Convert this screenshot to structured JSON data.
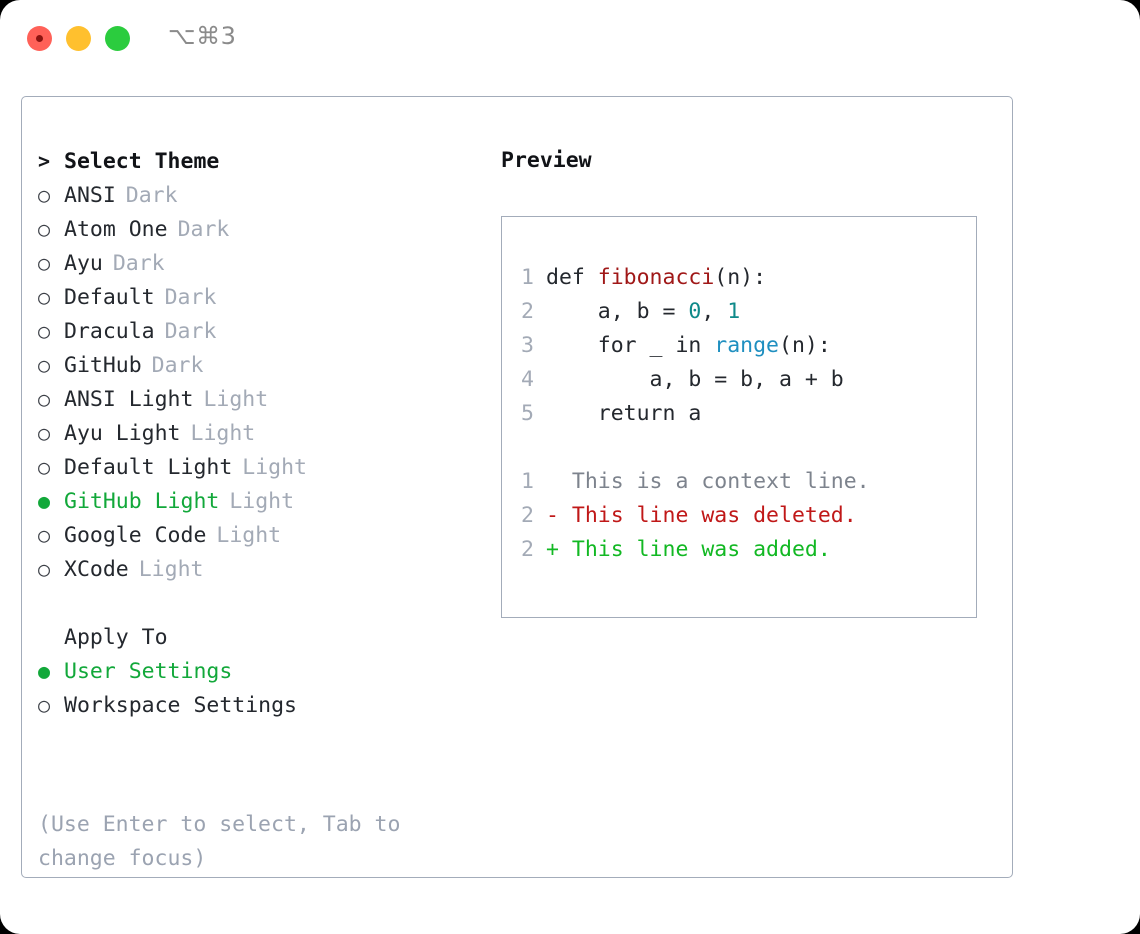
{
  "titlebar": {
    "shortcut": "⌥⌘3",
    "buttons": [
      "close",
      "minimize",
      "maximize"
    ]
  },
  "theme_picker": {
    "heading": "Select Theme",
    "heading_prompt": ">",
    "marker_unselected": "○",
    "marker_selected": "●",
    "selected_color": "#12a83a",
    "items": [
      {
        "name": "ANSI",
        "variant": "Dark",
        "selected": false
      },
      {
        "name": "Atom One",
        "variant": "Dark",
        "selected": false
      },
      {
        "name": "Ayu",
        "variant": "Dark",
        "selected": false
      },
      {
        "name": "Default",
        "variant": "Dark",
        "selected": false
      },
      {
        "name": "Dracula",
        "variant": "Dark",
        "selected": false
      },
      {
        "name": "GitHub",
        "variant": "Dark",
        "selected": false
      },
      {
        "name": "ANSI Light",
        "variant": "Light",
        "selected": false
      },
      {
        "name": "Ayu Light",
        "variant": "Light",
        "selected": false
      },
      {
        "name": "Default Light",
        "variant": "Light",
        "selected": false
      },
      {
        "name": "GitHub Light",
        "variant": "Light",
        "selected": true
      },
      {
        "name": "Google Code",
        "variant": "Light",
        "selected": false
      },
      {
        "name": "XCode",
        "variant": "Light",
        "selected": false
      }
    ]
  },
  "apply_to": {
    "heading": "Apply To",
    "items": [
      {
        "name": "User Settings",
        "selected": true
      },
      {
        "name": "Workspace Settings",
        "selected": false
      }
    ]
  },
  "hint": "(Use Enter to select, Tab to change focus)",
  "preview": {
    "title": "Preview",
    "code_lines": [
      {
        "num": "1",
        "tokens": [
          {
            "text": "def ",
            "kind": "plain"
          },
          {
            "text": "fibonacci",
            "kind": "fn"
          },
          {
            "text": "(n):",
            "kind": "plain"
          }
        ]
      },
      {
        "num": "2",
        "tokens": [
          {
            "text": "    a, b = ",
            "kind": "plain"
          },
          {
            "text": "0",
            "kind": "num"
          },
          {
            "text": ", ",
            "kind": "plain"
          },
          {
            "text": "1",
            "kind": "num"
          }
        ]
      },
      {
        "num": "3",
        "tokens": [
          {
            "text": "    for _ in ",
            "kind": "plain"
          },
          {
            "text": "range",
            "kind": "call"
          },
          {
            "text": "(n):",
            "kind": "plain"
          }
        ]
      },
      {
        "num": "4",
        "tokens": [
          {
            "text": "        a, b = b, a + b",
            "kind": "plain"
          }
        ]
      },
      {
        "num": "5",
        "tokens": [
          {
            "text": "    return a",
            "kind": "plain"
          }
        ]
      }
    ],
    "diff_lines": [
      {
        "num": "1",
        "sign": "  ",
        "text": "This is a context line.",
        "kind": "ctx"
      },
      {
        "num": "2",
        "sign": "- ",
        "text": "This line was deleted.",
        "kind": "del"
      },
      {
        "num": "2",
        "sign": "+ ",
        "text": "This line was added.",
        "kind": "add"
      }
    ]
  }
}
